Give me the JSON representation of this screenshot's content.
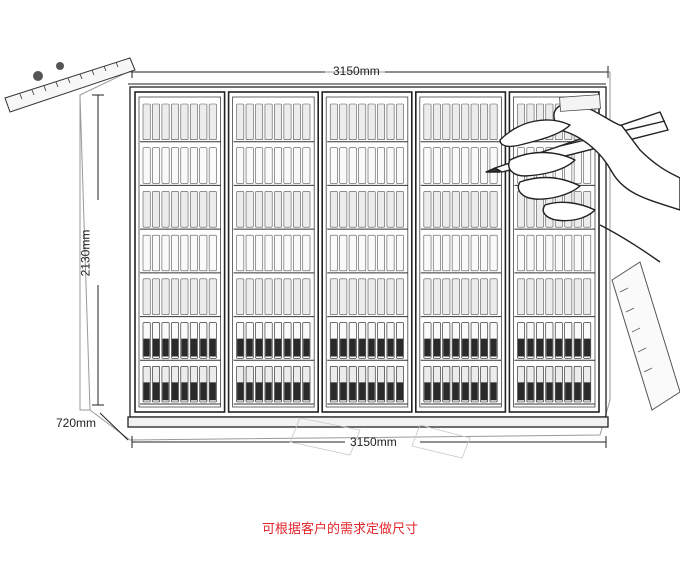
{
  "dimensions": {
    "top_width": "3150mm",
    "bottom_width": "3150mm",
    "height": "2130mm",
    "depth": "720mm"
  },
  "caption": "可根据客户的需求定做尺寸",
  "cooler": {
    "door_count": 5,
    "shelves_per_door": 7
  },
  "colors": {
    "line": "#222222",
    "caption": "#e0262c",
    "background": "#ffffff"
  }
}
